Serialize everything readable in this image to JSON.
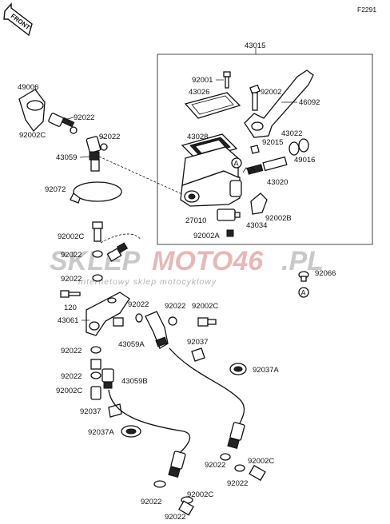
{
  "header": {
    "code": "F2291",
    "front_label": "FRONT"
  },
  "watermark": {
    "part1": "SKLEP",
    "part2": "MOTO46",
    "part3": ".PL",
    "tagline": "internetowy sklep motocyklowy"
  },
  "callouts": {
    "c43015": "43015",
    "c49006": "49006",
    "c92022_a": "92022",
    "c92002C_a": "92002C",
    "c92022_b": "92022",
    "c43059": "43059",
    "c92072": "92072",
    "c92001": "92001",
    "c43026": "43026",
    "c92002": "92002",
    "c46092": "46092",
    "c43028": "43028",
    "c43022": "43022",
    "c92015": "92015",
    "c49016": "49016",
    "c43020": "43020",
    "c27010": "27010",
    "c92002B": "92002B",
    "c43034": "43034",
    "c92002A": "92002A",
    "c92002C_b": "92002C",
    "c92022_c": "92022",
    "c92022_d": "92022",
    "c92066": "92066",
    "c120": "120",
    "c92022_e": "92022",
    "c92022_f": "92022",
    "c92002C_c": "92002C",
    "c43061": "43061",
    "c43059A": "43059A",
    "c92037_a": "92037",
    "c92022_g": "92022",
    "c92022_h": "92022",
    "c43059B": "43059B",
    "c92002C_d": "92002C",
    "c92037A_a": "92037A",
    "c92037_b": "92037",
    "c92037A_b": "92037A",
    "c92022_i": "92022",
    "c92002C_e": "92002C",
    "c92022_j": "92022",
    "c92022_k": "92022",
    "c92002C_f": "92002C",
    "c92022_l": "92022"
  },
  "markers": {
    "ref_a1": "A",
    "ref_a2": "A"
  }
}
